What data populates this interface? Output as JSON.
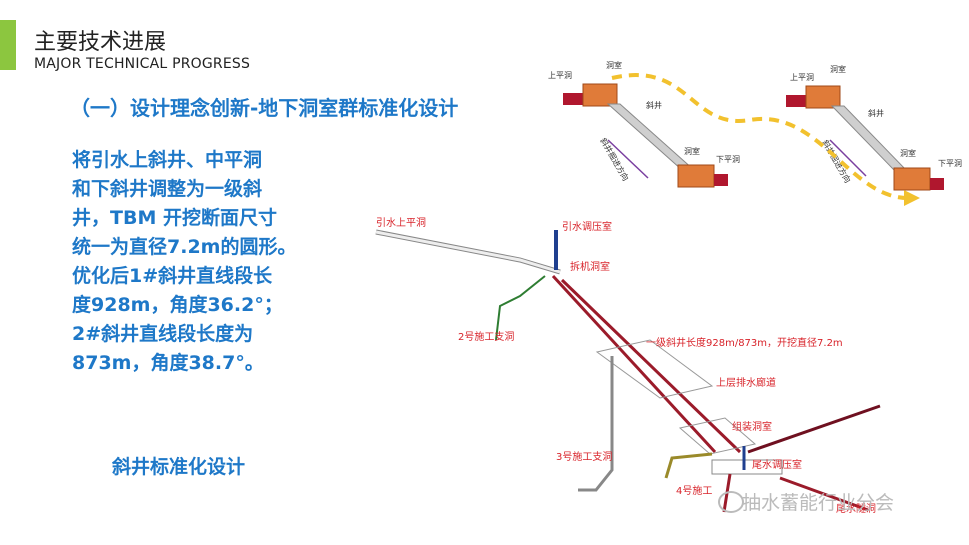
{
  "header": {
    "title_zh": "主要技术进展",
    "title_en": "MAJOR TECHNICAL PROGRESS"
  },
  "section": {
    "title": "（一）设计理念创新-地下洞室群标准化设计"
  },
  "body": {
    "lines": [
      "将引水上斜井、中平洞",
      "和下斜井调整为一级斜",
      "井，TBM 开挖断面尺寸",
      "统一为直径7.2m的圆形。",
      "优化后1#斜井直线段长",
      "度928m，角度36.2°；",
      "2#斜井直线段长度为",
      "873m，角度38.7°。"
    ]
  },
  "caption": "斜井标准化设计",
  "diagram_top": {
    "left": {
      "upper_tunnel": "上平洞",
      "upper_cavern": "洞室",
      "inclined": "斜井",
      "direction": "斜井掘进方向",
      "lower_cavern": "洞室",
      "lower_tunnel": "下平洞"
    },
    "right": {
      "upper_tunnel": "上平洞",
      "upper_cavern": "洞室",
      "inclined": "斜井",
      "direction": "斜井掘进方向",
      "lower_cavern": "洞室",
      "lower_tunnel": "下平洞"
    }
  },
  "diagram_main": {
    "labels": {
      "upper_tunnel": "引水上平洞",
      "surge_chamber_upper": "引水调压室",
      "dismantle_chamber": "拆机洞室",
      "adit_2": "2号施工支洞",
      "inclined_spec": "一级斜井长度928m/873m，开挖直径7.2m",
      "drain_gallery": "上层排水廊道",
      "assembly_chamber": "组装洞室",
      "adit_3": "3号施工支洞",
      "tail_surge": "尾水调压室",
      "adit_4": "4号施工",
      "tail_tunnel": "尾水隧洞"
    }
  },
  "watermark": "抽水蓄能行业分会",
  "colors": {
    "accent": "#8cc63f",
    "blue_text": "#1e78c8",
    "cavern": "#e07b39",
    "tunnel": "#b0172e",
    "label_red": "#d8232a",
    "adit_green": "#2e7d32",
    "arrow_yellow": "#f2c12e"
  }
}
